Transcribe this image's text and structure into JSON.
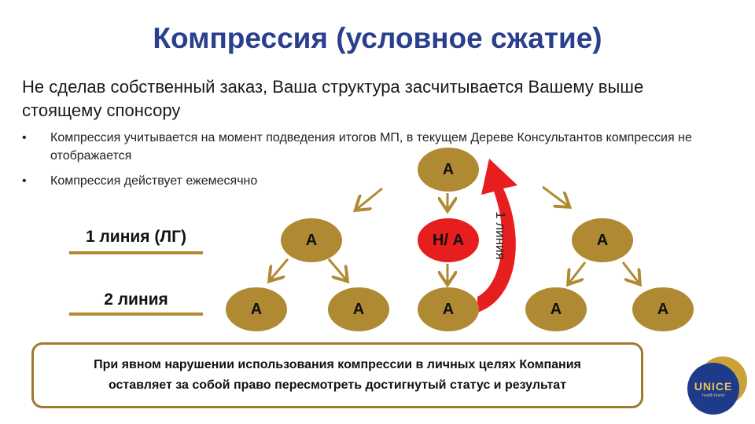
{
  "title": "Компрессия (условное сжатие)",
  "lead": "Не сделав собственный заказ, Ваша структура засчитывается Вашему выше стоящему спонсору",
  "bullets": [
    "Компрессия учитывается на момент подведения итогов МП, в текущем Дереве Консультантов компрессия не отображается",
    "Компрессия действует ежемесячно"
  ],
  "bullet_symbol": "•",
  "line_labels": {
    "first": "1 линия (ЛГ)",
    "second": "2 линия"
  },
  "diagram": {
    "top": "А",
    "left_mid": "А",
    "mid_red": "Н/ А",
    "right_mid": "А",
    "bottom": [
      "А",
      "А",
      "А",
      "А",
      "А"
    ],
    "curve_label": "1 линия"
  },
  "notice": {
    "line1": "При явном нарушении использования компрессии в личных целях Компания",
    "line2": "оставляет за собой право пересмотреть достигнутый статус и результат"
  },
  "logo": {
    "name": "UNICE",
    "sub": "health brand"
  },
  "colors": {
    "title": "#2b3f8f",
    "node": "#b08a32",
    "highlight": "#e61e1e",
    "logo": "#1e3a8a"
  }
}
